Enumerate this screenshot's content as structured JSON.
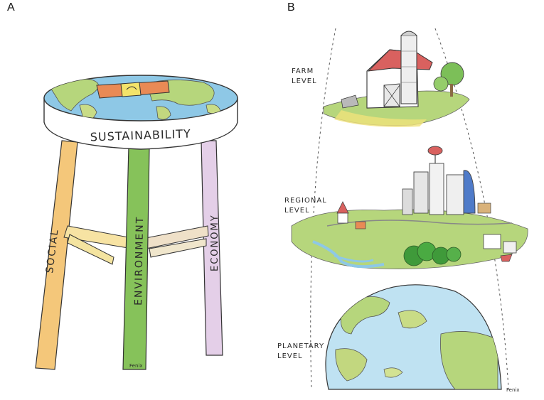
{
  "panels": {
    "a": {
      "letter": "A",
      "seat_label": "SUSTAINABILITY",
      "legs": [
        "SOCIAL",
        "ENVIRONMENT",
        "ECONOMY"
      ],
      "signature": "Fenix"
    },
    "b": {
      "letter": "B",
      "levels": [
        "FARM LEVEL",
        "REGIONAL LEVEL",
        "PLANETARY LEVEL"
      ],
      "signature": "Fenix"
    }
  },
  "colors": {
    "social": "#f4c77a",
    "environment": "#86c25a",
    "economy": "#e4cfe8",
    "ocean": "#8ec8e6",
    "land": "#b6d67c",
    "barn": "#d9615f"
  }
}
